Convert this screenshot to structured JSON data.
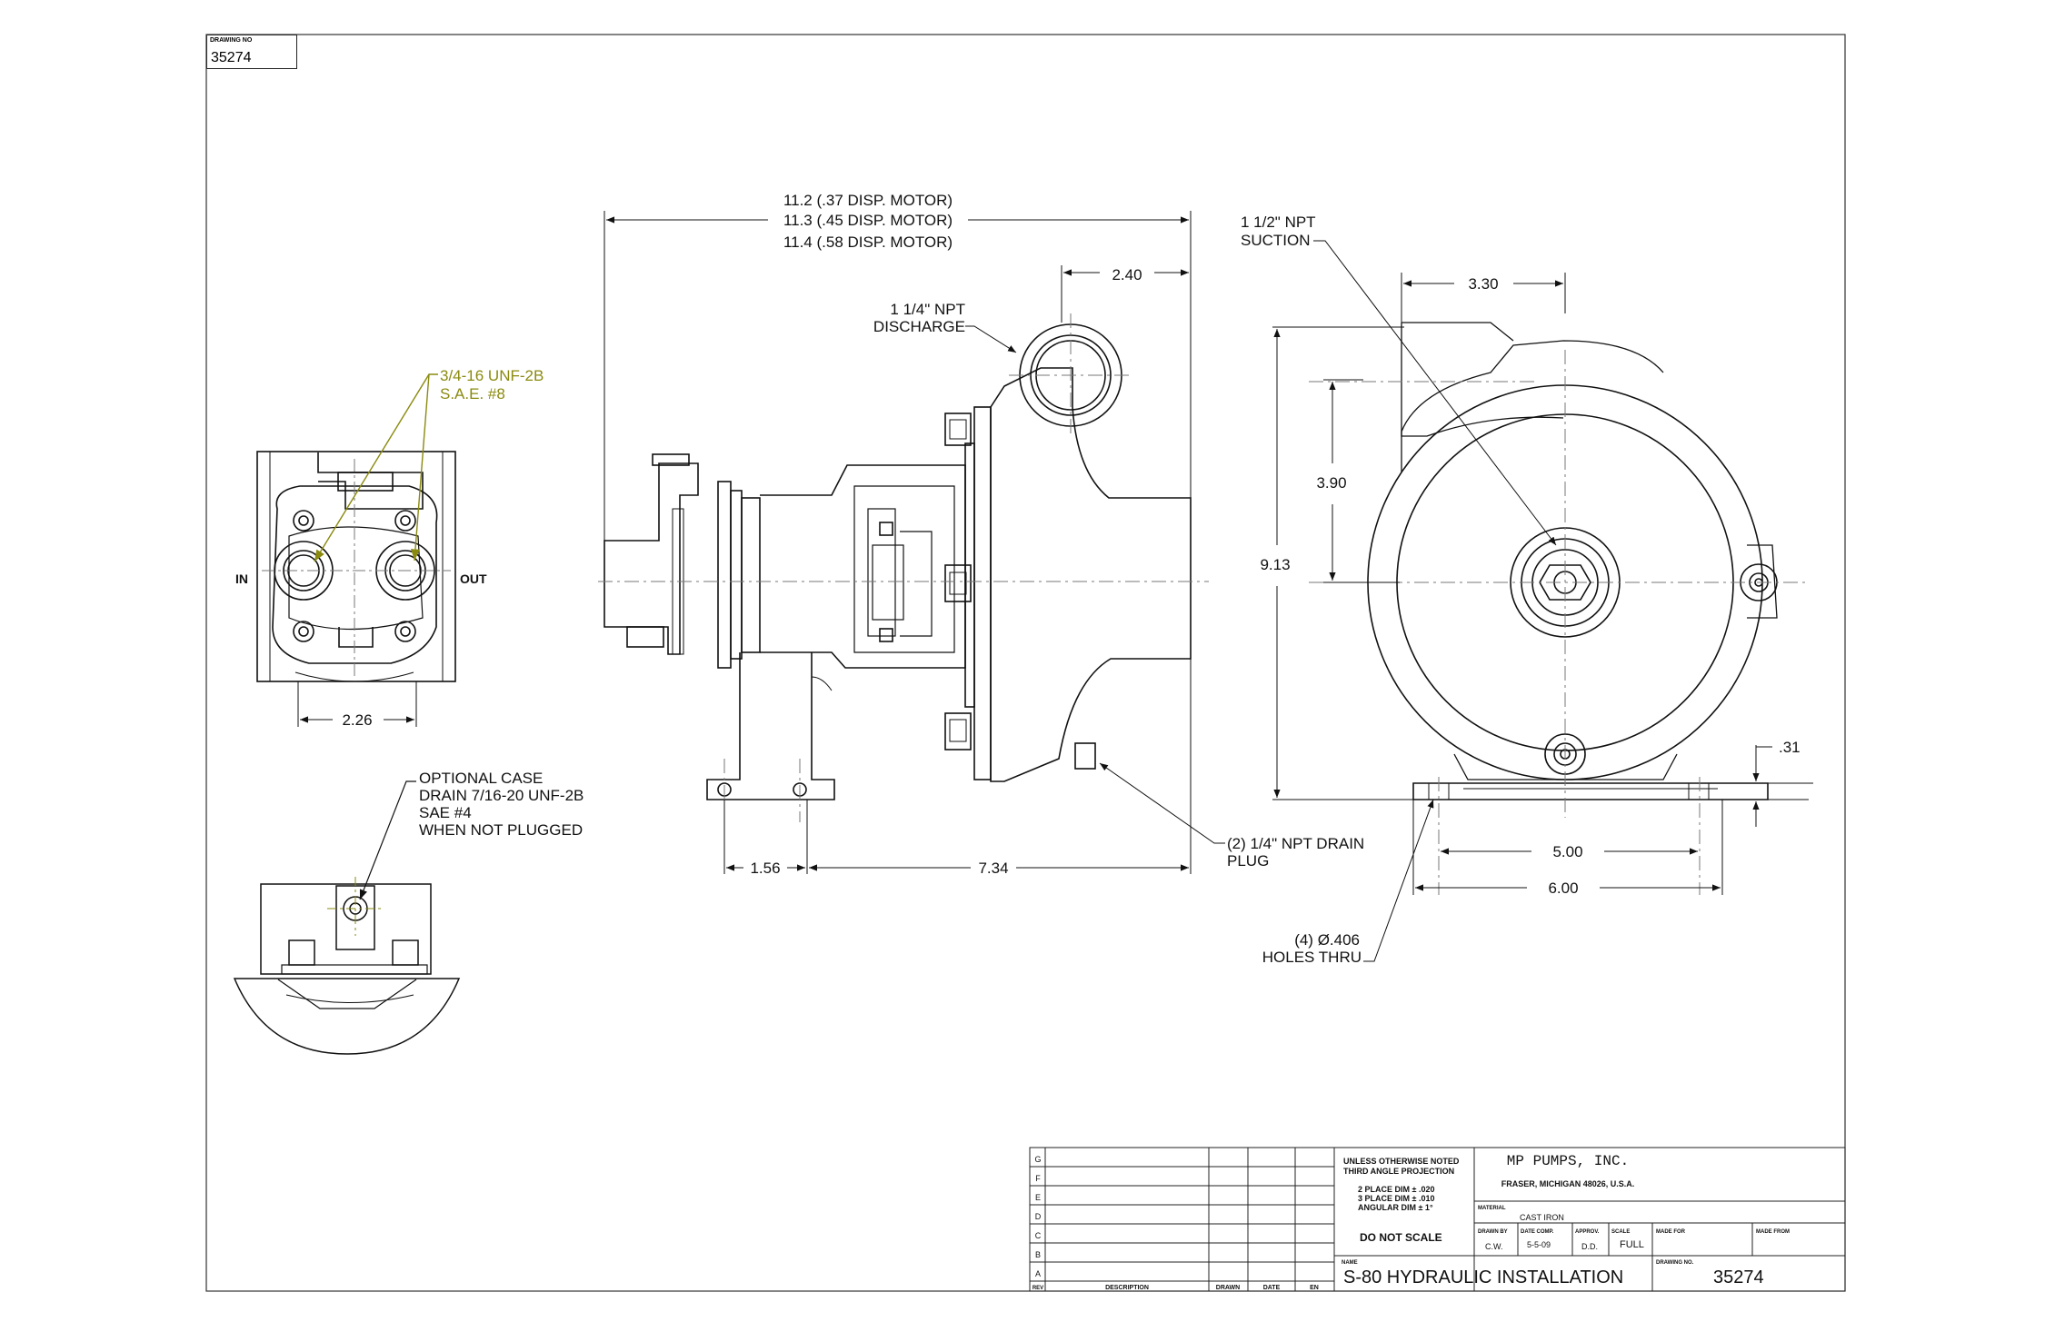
{
  "drawing_number_box": {
    "label": "DRAWING NO",
    "value": "35274"
  },
  "dimensions": {
    "overall_len_1": "11.2 (.37 DISP. MOTOR)",
    "overall_len_2": "11.3 (.45 DISP. MOTOR)",
    "overall_len_3": "11.4 (.58 DISP. MOTOR)",
    "d_2_40": "2.40",
    "d_1_56": "1.56",
    "d_7_34": "7.34",
    "d_3_30": "3.30",
    "d_3_90": "3.90",
    "d_9_13": "9.13",
    "d_031": ".31",
    "d_5_00": "5.00",
    "d_6_00": "6.00",
    "d_2_26": "2.26"
  },
  "callouts": {
    "discharge_1": "1 1/4\" NPT",
    "discharge_2": "DISCHARGE",
    "suction_1": "1 1/2\" NPT",
    "suction_2": "SUCTION",
    "port_1": "3/4-16 UNF-2B",
    "port_2": "S.A.E. #8",
    "port_in": "IN",
    "port_out": "OUT",
    "case_drain_1": "OPTIONAL CASE",
    "case_drain_2": "DRAIN 7/16-20 UNF-2B",
    "case_drain_3": "SAE #4",
    "case_drain_4": "WHEN NOT PLUGGED",
    "drain_plug_1": "(2) 1/4\" NPT DRAIN",
    "drain_plug_2": "PLUG",
    "holes_1": "(4) Ø.406",
    "holes_2": "HOLES THRU"
  },
  "title_block": {
    "rev_letters": [
      "G",
      "F",
      "E",
      "D",
      "C",
      "B",
      "A"
    ],
    "rev_label": "REV",
    "col_description": "DESCRIPTION",
    "col_drawn": "DRAWN",
    "col_date": "DATE",
    "col_en": "EN",
    "notes_1": "UNLESS OTHERWISE NOTED",
    "notes_2": "THIRD ANGLE PROJECTION",
    "tol_1": "2 PLACE DIM ± .020",
    "tol_2": "3 PLACE DIM ± .010",
    "tol_3": "ANGULAR DIM ± 1°",
    "do_not_scale": "DO NOT SCALE",
    "company": "MP PUMPS, INC.",
    "address": "FRASER, MICHIGAN  48026, U.S.A.",
    "material_label": "MATERIAL",
    "material_value": "CAST IRON",
    "drawn_by_label": "DRAWN BY",
    "drawn_by_value": "C.W.",
    "date_comp_label": "DATE COMP.",
    "date_comp_value": "5-5-09",
    "approv_label": "APPROV.",
    "approv_value": "D.D.",
    "scale_label": "SCALE",
    "scale_value": "FULL",
    "made_for_label": "MADE FOR",
    "made_from_label": "MADE FROM",
    "name_label": "NAME",
    "name_value": "S-80 HYDRAULIC INSTALLATION",
    "drawing_no_label": "DRAWING NO.",
    "drawing_no_value": "35274"
  }
}
